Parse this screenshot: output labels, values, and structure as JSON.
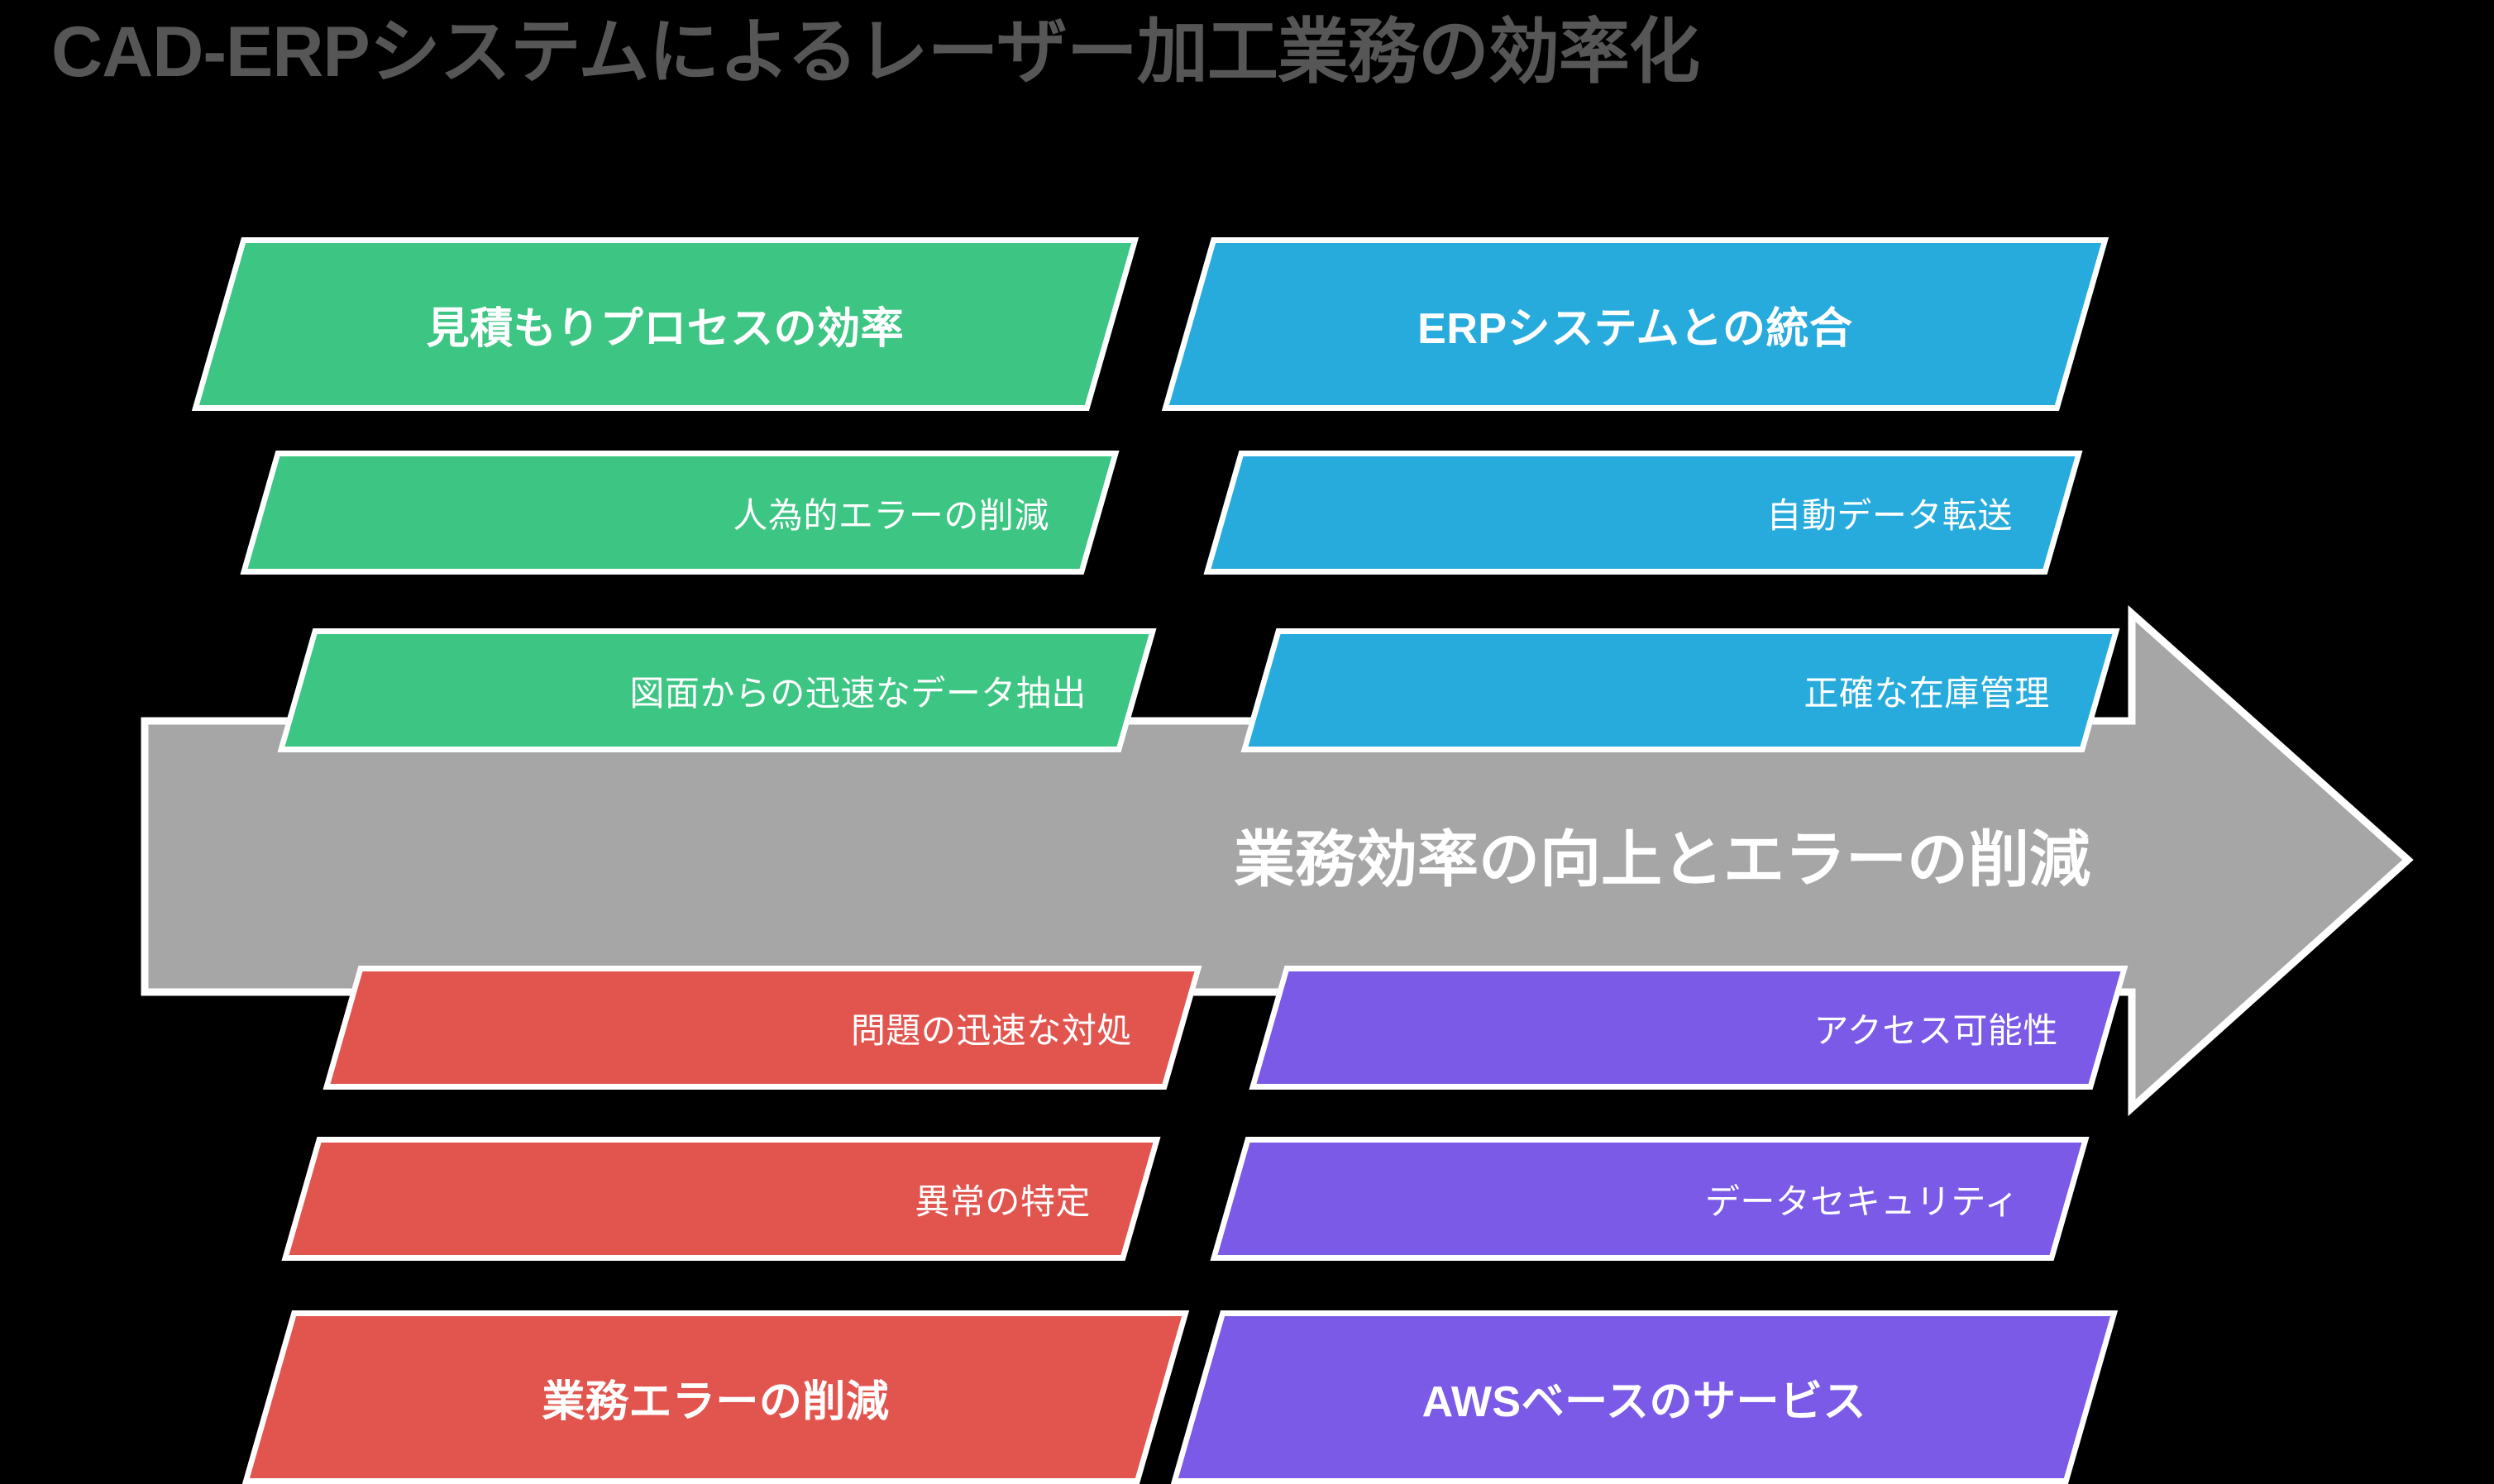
{
  "slide": {
    "background_color": "#000000",
    "title": "CAD-ERPシステムによるレーザー加工業務の効率化",
    "title_color": "#565656"
  },
  "arrow": {
    "label": "業務効率の向上とエラーの削減",
    "color": "#a6a6a6",
    "outline_color": "#ffffff",
    "direction": "right"
  },
  "columns": [
    {
      "name": "quoting-process",
      "header": {
        "label": "見積もりプロセスの効率",
        "color": "#3cc583"
      },
      "items": [
        {
          "label": "人為的エラーの削減",
          "color": "#3cc583"
        },
        {
          "label": "図面からの迅速なデータ抽出",
          "color": "#3cc583"
        }
      ]
    },
    {
      "name": "erp-integration",
      "header": {
        "label": "ERPシステムとの統合",
        "color": "#27abdd"
      },
      "items": [
        {
          "label": "自動データ転送",
          "color": "#27abdd"
        },
        {
          "label": "正確な在庫管理",
          "color": "#27abdd"
        }
      ]
    },
    {
      "name": "error-reduction",
      "header": {
        "label": "業務エラーの削減",
        "color": "#e2554f"
      },
      "items": [
        {
          "label": "問題の迅速な対処",
          "color": "#e2554f"
        },
        {
          "label": "異常の特定",
          "color": "#e2554f"
        }
      ]
    },
    {
      "name": "aws-service",
      "header": {
        "label": "AWSベースのサービス",
        "color": "#7a5ae6"
      },
      "items": [
        {
          "label": "アクセス可能性",
          "color": "#7a5ae6"
        },
        {
          "label": "データセキュリティ",
          "color": "#7a5ae6"
        }
      ]
    }
  ]
}
